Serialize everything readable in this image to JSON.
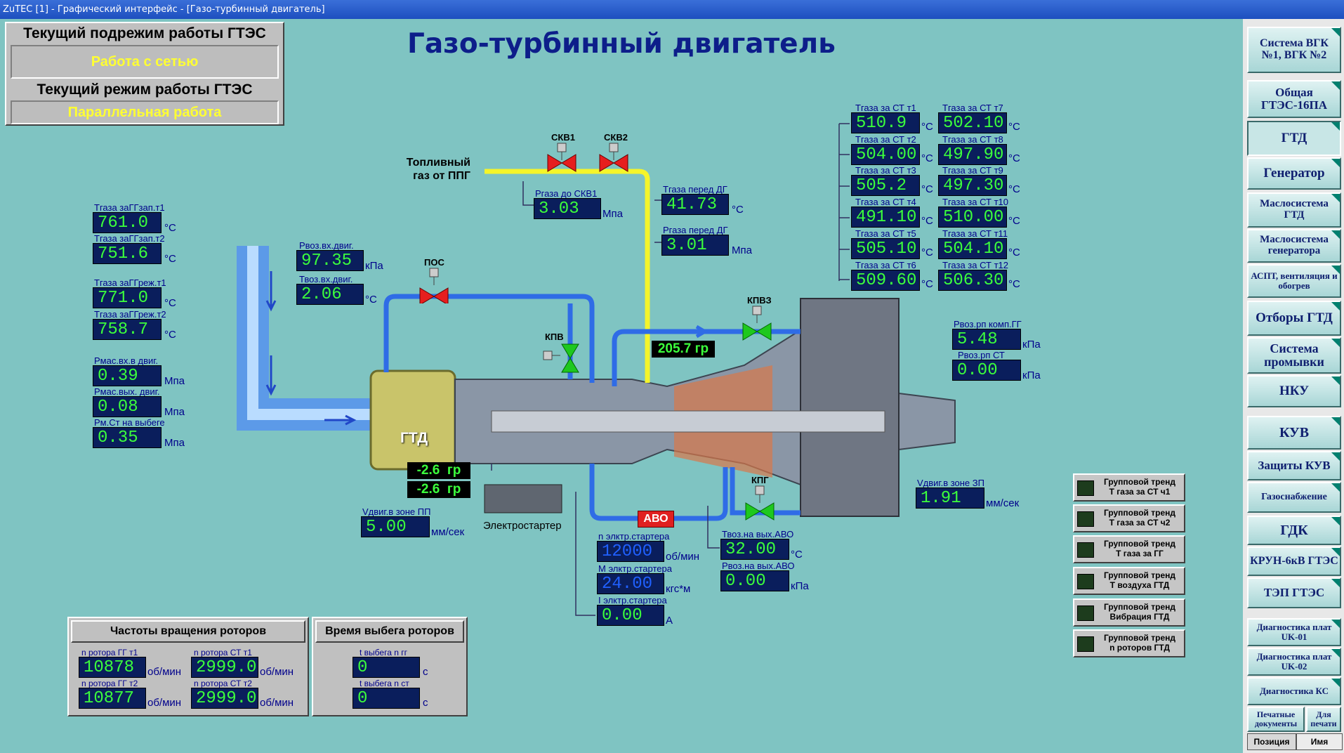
{
  "window": {
    "title": "ZuTEC [1] - Графический интерфейс - [Газо-турбинный двигатель]"
  },
  "page": {
    "title": "Газо-турбинный двигатель"
  },
  "mode": {
    "submode_header": "Текущий подрежим работы ГТЭС",
    "submode_value": "Работа с сетью",
    "mode_header": "Текущий режим работы ГТЭС",
    "mode_value": "Параллельная работа"
  },
  "fuel": {
    "label_line1": "Топливный",
    "label_line2": "газ от ППГ"
  },
  "valves": {
    "skv1": "СКВ1",
    "skv2": "СКВ2",
    "pos": "ПОС",
    "kpv": "КПВ",
    "kpvz": "КПВЗ",
    "kpg": "КПГ",
    "avo": "АВО"
  },
  "left_params": [
    {
      "label": "Тгаза заГГзап.т1",
      "value": "761.0",
      "unit": "°С"
    },
    {
      "label": "Тгаза заГГзап.т2",
      "value": "751.6",
      "unit": "°С"
    },
    {
      "label": "Тгаза заГГреж.т1",
      "value": "771.0",
      "unit": "°С"
    },
    {
      "label": "Тгаза заГГреж.т2",
      "value": "758.7",
      "unit": "°С"
    },
    {
      "label": "Рмас.вх.в двиг.",
      "value": "0.39",
      "unit": "Мпа"
    },
    {
      "label": "Рмас.вых. двиг.",
      "value": "0.08",
      "unit": "Мпа"
    },
    {
      "label": "Рм.Ст на выбеге",
      "value": "0.35",
      "unit": "Мпа"
    }
  ],
  "inlet": {
    "p_label": "Рвоз.вх.двиг.",
    "p_value": "97.35",
    "p_unit": "кПа",
    "t_label": "Твоз.вх.двиг.",
    "t_value": "2.06",
    "t_unit": "°С"
  },
  "fuel_params": {
    "p_skv1_label": "Ргаза до СКВ1",
    "p_skv1_value": "3.03",
    "p_skv1_unit": "Мпа",
    "t_dg_label": "Тгаза перед ДГ",
    "t_dg_value": "41.73",
    "t_dg_unit": "°С",
    "p_dg_label": "Ргаза перед ДГ",
    "p_dg_value": "3.01",
    "p_dg_unit": "Мпа"
  },
  "vane_angle": "205.7 гр",
  "guide_angles": [
    "-2.6  гр",
    "-2.6  гр"
  ],
  "engine_label": "ГТД",
  "st_temps": [
    {
      "label": "Тгаза за СТ т1",
      "value": "510.9",
      "unit": "°С"
    },
    {
      "label": "Тгаза за СТ т7",
      "value": "502.10",
      "unit": "°С"
    },
    {
      "label": "Тгаза за СТ т2",
      "value": "504.00",
      "unit": "°С"
    },
    {
      "label": "Тгаза за СТ т8",
      "value": "497.90",
      "unit": "°С"
    },
    {
      "label": "Тгаза за СТ т3",
      "value": "505.2",
      "unit": "°С"
    },
    {
      "label": "Тгаза за СТ т9",
      "value": "497.30",
      "unit": "°С"
    },
    {
      "label": "Тгаза за СТ т4",
      "value": "491.10",
      "unit": "°С"
    },
    {
      "label": "Тгаза за СТ т10",
      "value": "510.00",
      "unit": "°С"
    },
    {
      "label": "Тгаза за СТ т5",
      "value": "505.10",
      "unit": "°С"
    },
    {
      "label": "Тгаза за СТ т11",
      "value": "504.10",
      "unit": "°С"
    },
    {
      "label": "Тгаза за СТ т6",
      "value": "509.60",
      "unit": "°С"
    },
    {
      "label": "Тгаза за СТ т12",
      "value": "506.30",
      "unit": "°С"
    }
  ],
  "compressor": {
    "p_gg_label": "Рвоз.рп комп.ГГ",
    "p_gg_value": "5.48",
    "p_gg_unit": "кПа",
    "p_st_label": "Рвоз.рп СТ",
    "p_st_value": "0.00",
    "p_st_unit": "кПа"
  },
  "vibration": {
    "zp_label": "Vдвиг.в зоне ЗП",
    "zp_value": "1.91",
    "zp_unit": "мм/сек",
    "pp_label": "Vдвиг.в зоне ПП",
    "pp_value": "5.00",
    "pp_unit": "мм/сек"
  },
  "starter": {
    "label": "Электростартер",
    "n_label": "n элктр.стартера",
    "n_value": "12000",
    "n_unit": "об/мин",
    "m_label": "М элктр.стартера",
    "m_value": "24.00",
    "m_unit": "кгс*м",
    "i_label": "I элктр.стартера",
    "i_value": "0.00",
    "i_unit": "А"
  },
  "avo_params": {
    "t_label": "Твоз.на вых.АВО",
    "t_value": "32.00",
    "t_unit": "°С",
    "p_label": "Рвоз.на вых.АВО",
    "p_value": "0.00",
    "p_unit": "кПа"
  },
  "rotor_speeds": {
    "header": "Частоты вращения роторов",
    "gg1_label": "n ротора ГГ т1",
    "gg1_value": "10878",
    "gg2_label": "n ротора ГГ т2",
    "gg2_value": "10877",
    "st1_label": "n ротора СТ т1",
    "st1_value": "2999.0",
    "st2_label": "n ротора СТ т2",
    "st2_value": "2999.0",
    "unit": "об/мин"
  },
  "rundown": {
    "header": "Время выбега роторов",
    "gg_label": "t выбега n гг",
    "gg_value": "0",
    "st_label": "t выбега n ст",
    "st_value": "0",
    "unit": "с"
  },
  "trends": [
    {
      "l1": "Групповой тренд",
      "l2": "Т газа за СТ ч1"
    },
    {
      "l1": "Групповой тренд",
      "l2": "Т газа за СТ ч2"
    },
    {
      "l1": "Групповой тренд",
      "l2": "Т газа за ГГ"
    },
    {
      "l1": "Групповой тренд",
      "l2": "Т воздуха ГТД"
    },
    {
      "l1": "Групповой тренд",
      "l2": "Вибрация ГТД"
    },
    {
      "l1": "Групповой тренд",
      "l2": "n роторов ГТД"
    }
  ],
  "sidebar": {
    "items": [
      "Система ВГК №1, ВГК №2",
      "Общая ГТЭС-16ПА",
      "ГТД",
      "Генератор",
      "Маслосистема ГТД",
      "Маслосистема генератора",
      "АСПТ, вентиляция и обогрев",
      "Отборы ГТД",
      "Система промывки",
      "НКУ",
      "КУВ",
      "Защиты КУВ",
      "Газоснабжение",
      "ГДК",
      "КРУН-6кВ ГТЭС",
      "ТЭП ГТЭС",
      "Диагностика плат UK-01",
      "Диагностика плат UK-02",
      "Диагностика КС",
      "Печатные документы",
      "Для печати"
    ],
    "tabs": [
      "Позиция",
      "Имя"
    ]
  },
  "colors": {
    "background": "#7fc4c2",
    "value_bg": "#0a1e5c",
    "value_fg": "#3cff3c",
    "pipe_air": "#2f6ce6",
    "pipe_fuel": "#f5f52a",
    "mode_value": "#ffff32"
  }
}
